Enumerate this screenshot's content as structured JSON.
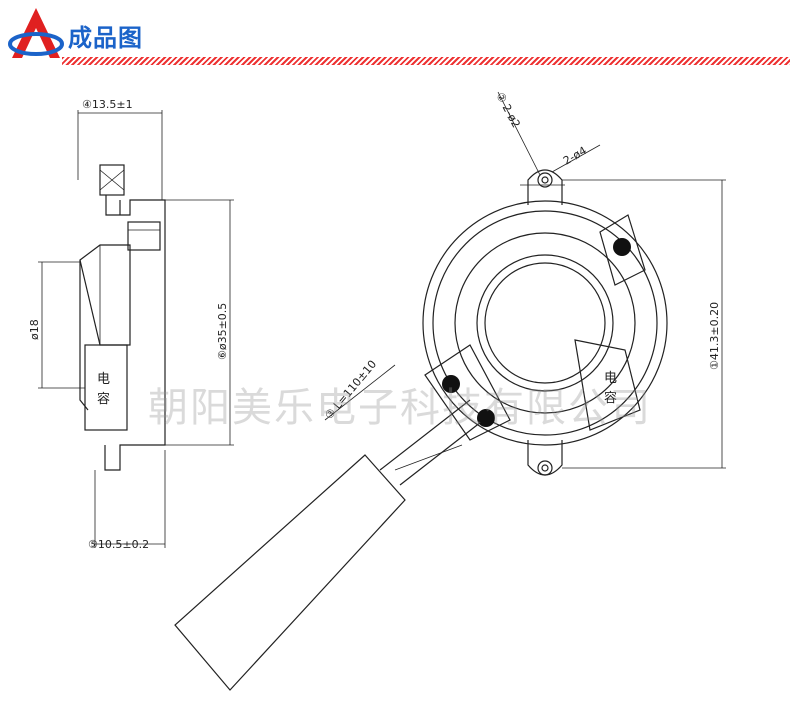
{
  "header": {
    "title": "成品图"
  },
  "dimensions": {
    "d4": "④13.5±1",
    "d5": "⑤10.5±0.2",
    "d6": "⑥ø35±0.5",
    "phi18": "ø18",
    "d1": "①41.3±0.20",
    "d2": "② 2-ø2",
    "d2b": "2-ø4",
    "d3": "③ L=110±10"
  },
  "labels": {
    "capacitor_side_1": "电",
    "capacitor_side_2": "容",
    "capacitor_front_1": "电",
    "capacitor_front_2": "容"
  },
  "watermark": "朝阳美乐电子科技有限公司"
}
